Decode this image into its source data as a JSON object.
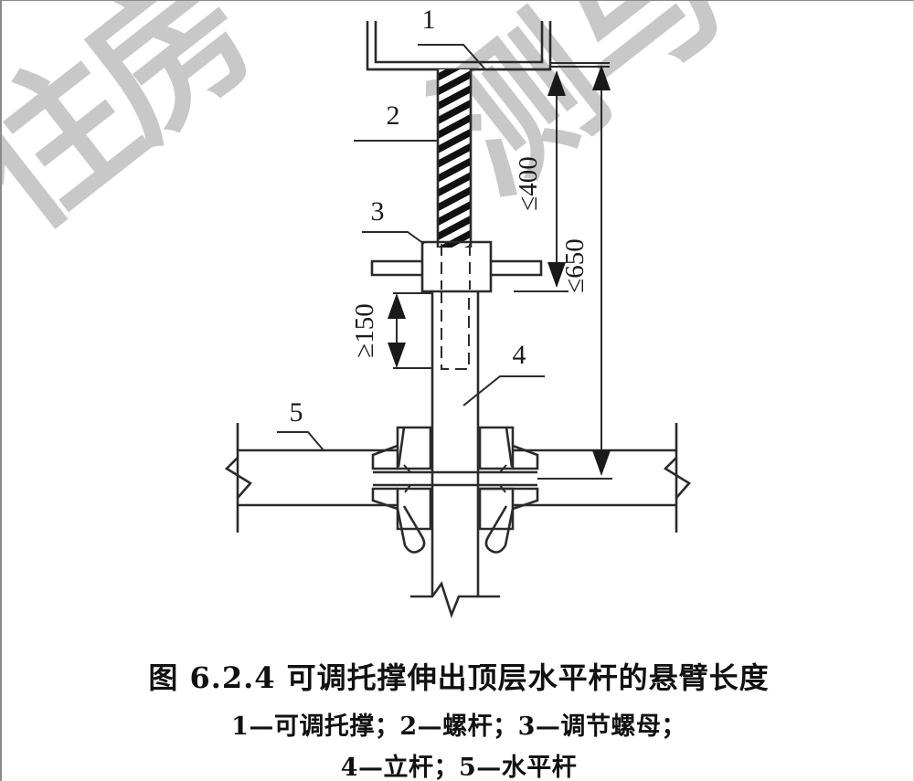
{
  "figure": {
    "caption_title": "图 6.2.4   可调托撑伸出顶层水平杆的悬臂长度",
    "caption_legend_line1": "1—可调托撑；2—螺杆；3—调节螺母；",
    "caption_legend_line2": "4—立杆；5—水平杆",
    "callouts": {
      "one": "1",
      "two": "2",
      "three": "3",
      "four": "4",
      "five": "5"
    },
    "dimensions": {
      "top_screw": "≤400",
      "total_cantilever": "≤650",
      "insert_depth": "≥150"
    },
    "parts": {
      "p1": "可调托撑",
      "p2": "螺杆",
      "p3": "调节螺母",
      "p4": "立杆",
      "p5": "水平杆"
    },
    "watermark": {
      "char1": "住",
      "char2": "房",
      "char3": "测",
      "char4": "与"
    },
    "colors": {
      "ink": "#2b2b2b",
      "watermark": "#c8c8c8",
      "paper": "#ffffff"
    }
  }
}
